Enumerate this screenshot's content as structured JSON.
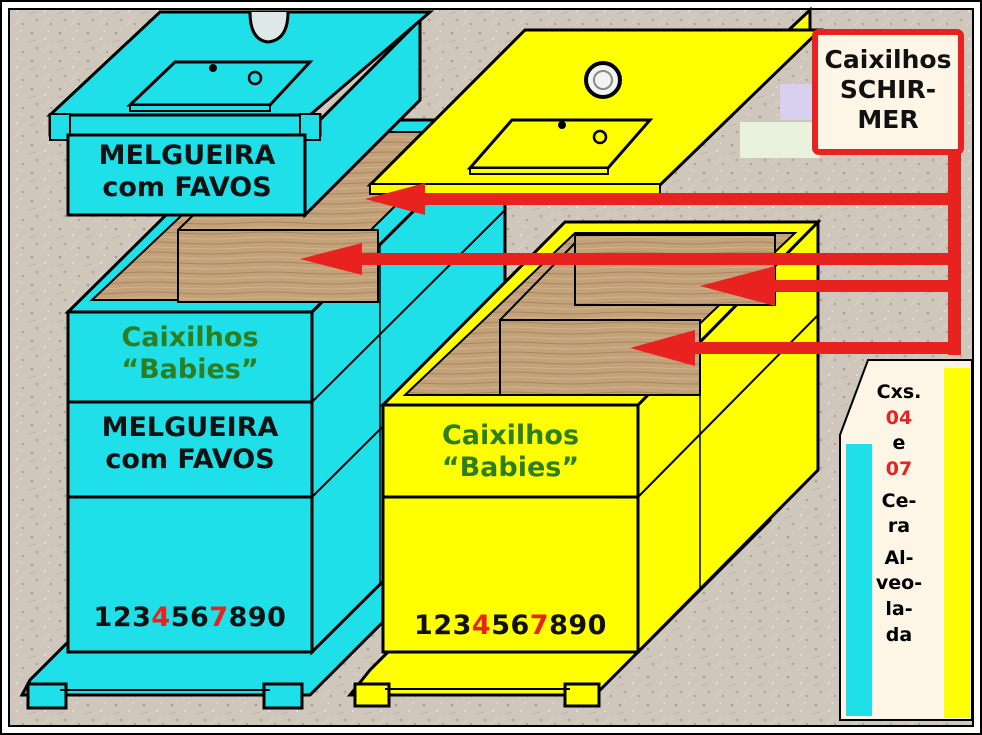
{
  "colors": {
    "cyan": "#1fe0e8",
    "yellow": "#ffff00",
    "red_arrow": "#e8221f",
    "green_text": "#2e7d1f",
    "wood": "#c3a27a",
    "background": "#cfc7bc"
  },
  "left_hive": {
    "super_label": [
      "MELGUEIRA",
      "com FAVOS"
    ],
    "babies_label": [
      "Caixilhos",
      "“Babies”"
    ],
    "middle_label": [
      "MELGUEIRA",
      "com FAVOS"
    ],
    "numbers": {
      "parts": [
        {
          "text": "123",
          "highlight": false
        },
        {
          "text": "4",
          "highlight": true
        },
        {
          "text": "56",
          "highlight": false
        },
        {
          "text": "7",
          "highlight": true
        },
        {
          "text": "890",
          "highlight": false
        }
      ]
    }
  },
  "right_hive": {
    "babies_label": [
      "Caixilhos",
      "“Babies”"
    ],
    "numbers": {
      "parts": [
        {
          "text": "123",
          "highlight": false
        },
        {
          "text": "4",
          "highlight": true
        },
        {
          "text": "56",
          "highlight": false
        },
        {
          "text": "7",
          "highlight": true
        },
        {
          "text": "890",
          "highlight": false
        }
      ]
    }
  },
  "schirmer_box": [
    "Caixilhos",
    "SCHIR-",
    "MER"
  ],
  "side_note": [
    {
      "text": "Cxs.",
      "highlight": false
    },
    {
      "text": "04",
      "highlight": true
    },
    {
      "text": "e",
      "highlight": false
    },
    {
      "text": "07",
      "highlight": true
    },
    {
      "text": "Ce-",
      "highlight": false
    },
    {
      "text": "ra",
      "highlight": false
    },
    {
      "text": "Al-",
      "highlight": false
    },
    {
      "text": "veo-",
      "highlight": false
    },
    {
      "text": "la-",
      "highlight": false
    },
    {
      "text": "da",
      "highlight": false
    }
  ]
}
